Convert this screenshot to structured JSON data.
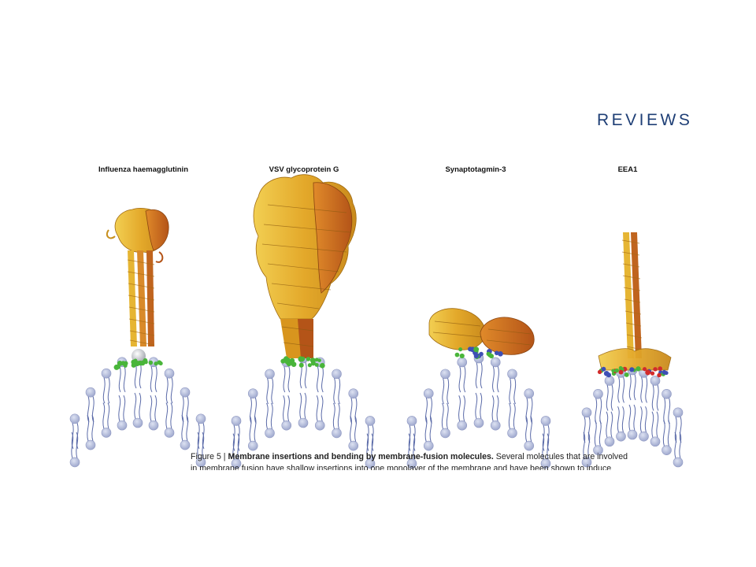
{
  "header": {
    "journal_section": "REVIEWS"
  },
  "panels": [
    {
      "title": "Influenza haemagglutinin"
    },
    {
      "title": "VSV glycoprotein G"
    },
    {
      "title": "Synaptotagmin-3"
    },
    {
      "title": "EEA1"
    }
  ],
  "caption": {
    "label": "Figure 5 |",
    "title": "Membrane insertions and bending by membrane-fusion molecules.",
    "text_line1": "Several molecules that are involved",
    "text_line2": "in membrane fusion have shallow insertions into one monolayer of the membrane and have been shown to induce"
  },
  "colors": {
    "journal_blue": "#1f3f76",
    "lipid_head": "#b7bfdc",
    "lipid_tail": "#5a6aa8",
    "protein_gold": "#e3a82a",
    "protein_orange": "#c8691f",
    "insertion_green": "#49b53a"
  }
}
